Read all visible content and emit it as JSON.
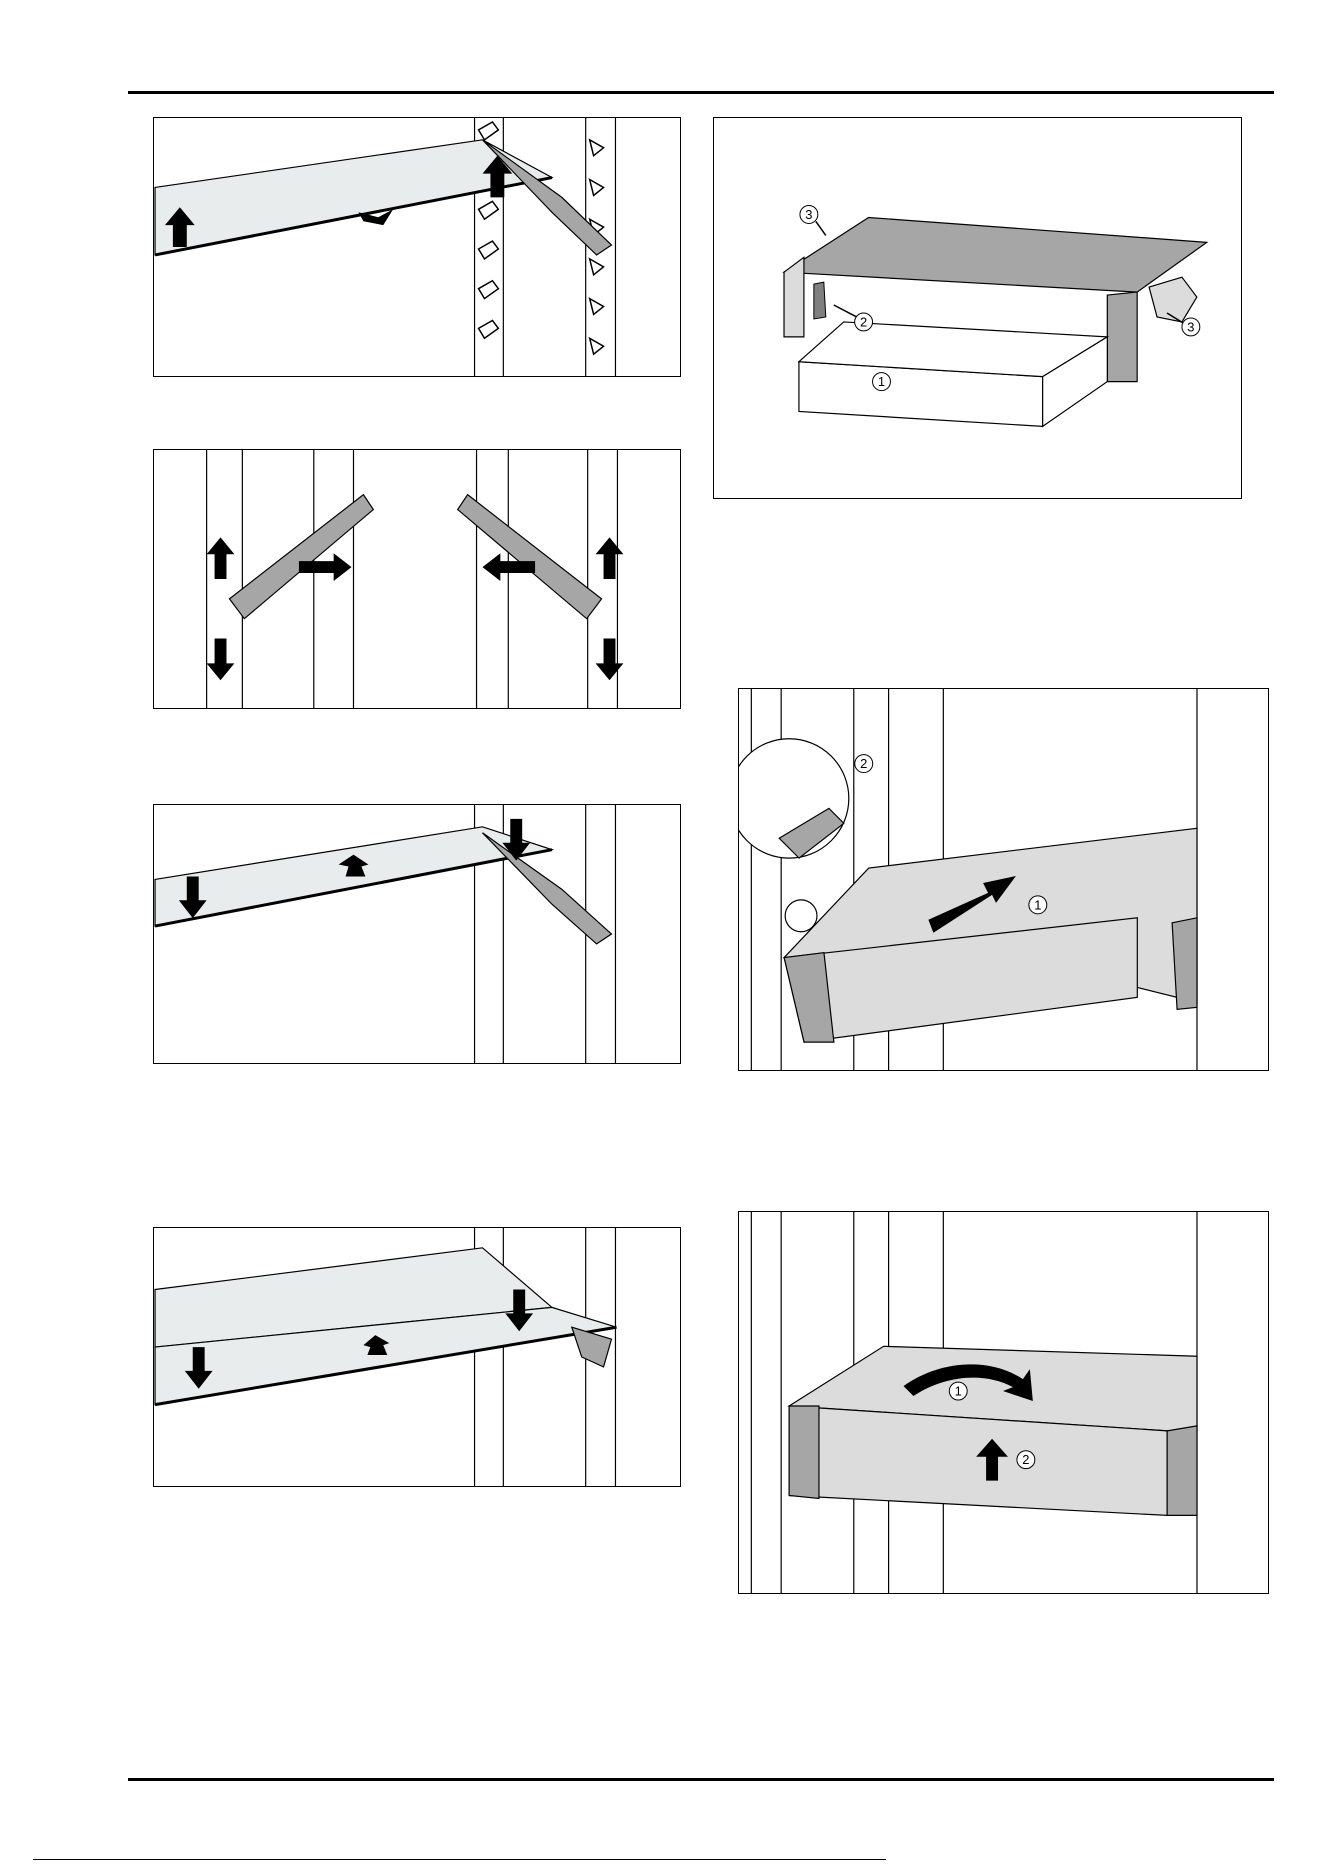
{
  "figures": {
    "fig1": {
      "description_icon": "shelf-lift-out-illustration"
    },
    "fig2": {
      "description_icon": "shelf-bracket-removal-illustration"
    },
    "fig3": {
      "description_icon": "shelf-insert-illustration"
    },
    "fig4": {
      "description_icon": "shelf-insert-glass-illustration"
    },
    "fig5": {
      "description_icon": "drawer-components-illustration",
      "callouts": [
        "3",
        "2",
        "3",
        "1"
      ]
    },
    "fig6": {
      "description_icon": "drawer-insert-illustration",
      "callouts": [
        "2",
        "1"
      ]
    },
    "fig7": {
      "description_icon": "drawer-rotate-illustration",
      "callouts": [
        "1",
        "2"
      ]
    }
  },
  "colors": {
    "line": "#000000",
    "glass": "#e9ecec",
    "gray": "#a6a6a6",
    "dark_gray": "#7f7f7f",
    "light_gray": "#dcdcdc"
  }
}
